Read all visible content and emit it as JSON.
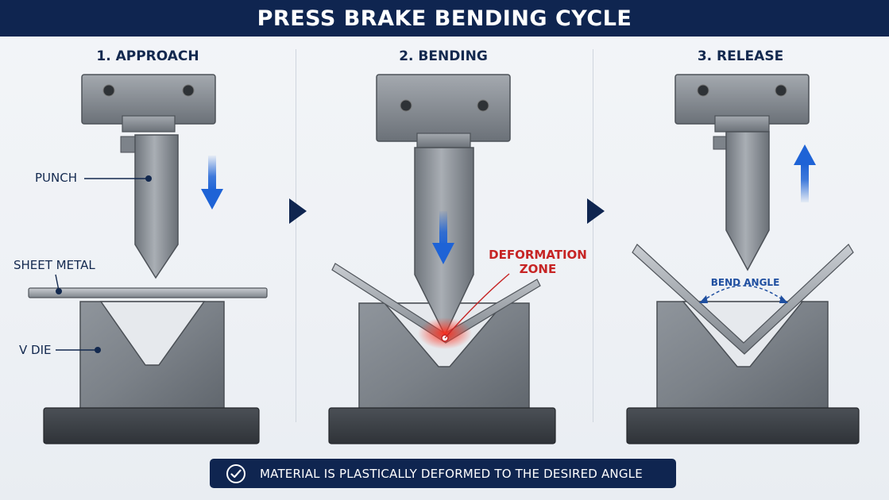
{
  "title": "PRESS BRAKE BENDING CYCLE",
  "stages": [
    {
      "label": "1. APPROACH"
    },
    {
      "label": "2. BENDING"
    },
    {
      "label": "3. RELEASE"
    }
  ],
  "callouts": {
    "punch": "PUNCH",
    "sheet_metal": "SHEET METAL",
    "v_die": "V DIE",
    "deformation_zone_line1": "DEFORMATION",
    "deformation_zone_line2": "ZONE",
    "bend_angle": "BEND ANGLE"
  },
  "footer": {
    "message": "MATERIAL IS PLASTICALLY DEFORMED TO THE DESIRED ANGLE",
    "icon": "check-circle-icon"
  },
  "colors": {
    "navy": "#0f2550",
    "arrow_blue": "#1e63d6",
    "deformation_red": "#c62424",
    "steel": "#8c9299"
  }
}
